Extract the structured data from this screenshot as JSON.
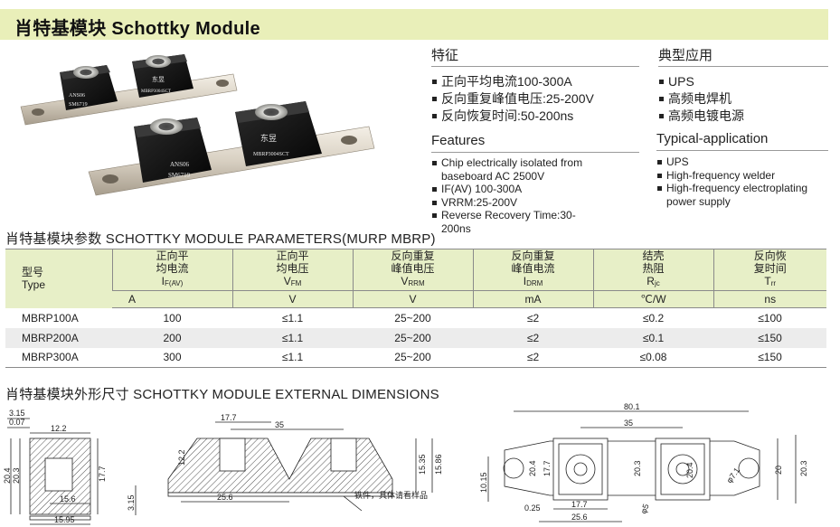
{
  "title": "肖特基模块 Schottky Module",
  "features_cn": {
    "heading": "特征",
    "items": [
      "正向平均电流100-300A",
      "反向重复峰值电压:25-200V",
      "反向恢复时间:50-200ns"
    ]
  },
  "applications_cn": {
    "heading": "典型应用",
    "items": [
      "UPS",
      "高频电焊机",
      "高频电镀电源"
    ]
  },
  "features_en": {
    "heading": "Features",
    "items": [
      "Chip electrically isolated from baseboard AC 2500V",
      "IF(AV) 100-300A",
      "VRRM:25-200V",
      "Reverse Recovery Time:30-200ns"
    ]
  },
  "applications_en": {
    "heading": "Typical-application",
    "items": [
      "UPS",
      "High-frequency welder",
      "High-frequency electroplating power supply"
    ]
  },
  "photo_labels": {
    "brand": "东昱",
    "part_a": "ANS06",
    "part_b": "SM6719",
    "part_c": "MBRP3004SCT"
  },
  "params": {
    "title": "肖特基模块参数 SCHOTTKY MODULE PARAMETERS(MURP MBRP)",
    "type_cn": "型号",
    "type_en": "Type",
    "columns": [
      {
        "l1": "正向平",
        "l2": "均电流",
        "sym": "I",
        "sub": "F(AV)",
        "unit": "A"
      },
      {
        "l1": "正向平",
        "l2": "均电压",
        "sym": "V",
        "sub": "FM",
        "unit": "V"
      },
      {
        "l1": "反向重复",
        "l2": "峰值电压",
        "sym": "V",
        "sub": "RRM",
        "unit": "V"
      },
      {
        "l1": "反向重复",
        "l2": "峰值电流",
        "sym": "I",
        "sub": "DRM",
        "unit": "mA"
      },
      {
        "l1": "结壳",
        "l2": "热阻",
        "sym": "R",
        "sub": "jc",
        "unit": "℃/W"
      },
      {
        "l1": "反向恢",
        "l2": "复时间",
        "sym": "T",
        "sub": "rr",
        "unit": "ns"
      }
    ],
    "rows": [
      [
        "MBRP100A",
        "100",
        "≤1.1",
        "25~200",
        "≤2",
        "≤0.2",
        "≤100"
      ],
      [
        "MBRP200A",
        "200",
        "≤1.1",
        "25~200",
        "≤2",
        "≤0.1",
        "≤150"
      ],
      [
        "MBRP300A",
        "300",
        "≤1.1",
        "25~200",
        "≤2",
        "≤0.08",
        "≤150"
      ]
    ]
  },
  "dims": {
    "title": "肖特基模块外形尺寸 SCHOTTKY MODULE EXTERNAL DIMENSIONS",
    "side": {
      "d1": "3.15",
      "d2": "0.07",
      "d3": "12.2",
      "d4": "20.4",
      "d5": "20.3",
      "d6": "17.7",
      "d7": "15.6",
      "d8": "15.95"
    },
    "section": {
      "d1": "17.7",
      "d2": "35",
      "d3": "12.2",
      "d4": "15.35",
      "d5": "15.86",
      "d6": "25.6",
      "d7": "3.15",
      "note": "铁件，具体请看样品"
    },
    "top": {
      "d1": "80.1",
      "d2": "35",
      "d3": "20.4",
      "d4": "17.7",
      "d5": "20.3",
      "d6": "20.4",
      "d7": "10.15",
      "d8": "0.25",
      "d9": "17.7",
      "d10": "25.6",
      "d11": "φ5",
      "d12": "φ7.1",
      "d13": "20",
      "d14": "20.3"
    }
  }
}
